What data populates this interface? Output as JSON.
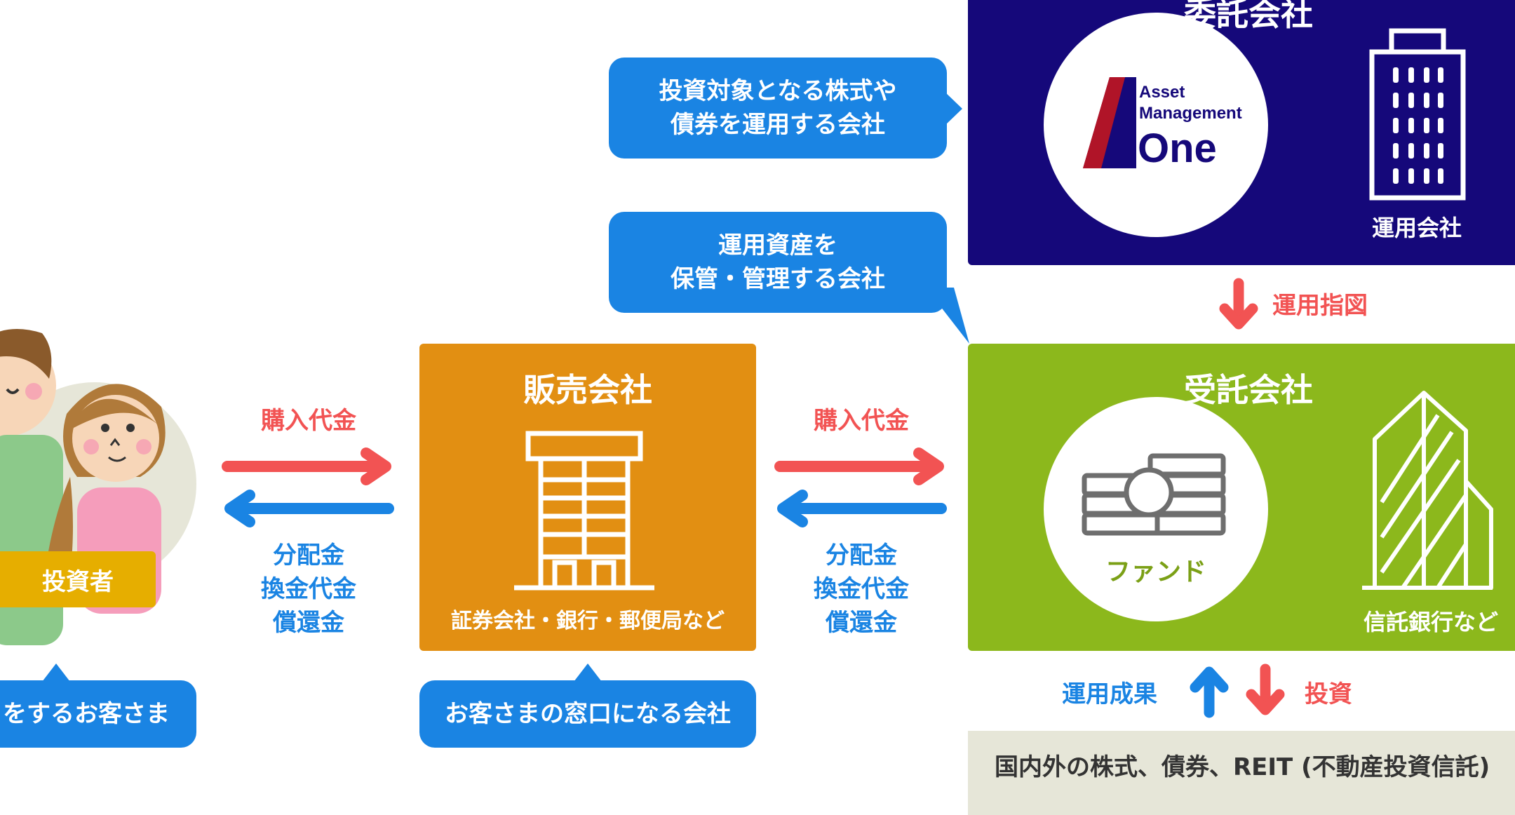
{
  "investor": {
    "label": "投資者",
    "bubble": "をするお客さま"
  },
  "left_flow": {
    "top_label": "購入代金",
    "bottom_label": "分配金\n換金代金\n償還金"
  },
  "sales_company": {
    "title": "販売会社",
    "caption": "証券会社・銀行・郵便局など",
    "bubble": "お客さまの窓口になる会社"
  },
  "mid_flow": {
    "top_label": "購入代金",
    "bottom_label": "分配金\n換金代金\n償還金"
  },
  "consignor": {
    "title": "委託会社",
    "logo_line1": "Asset",
    "logo_line2": "Management",
    "logo_line3": "One",
    "caption": "運用会社",
    "bubble": "投資対象となる株式や\n債券を運用する会社"
  },
  "instruction": {
    "label": "運用指図"
  },
  "trustee": {
    "title": "受託会社",
    "fund_label": "ファンド",
    "caption": "信託銀行など",
    "bubble": "運用資産を\n保管・管理する会社"
  },
  "bottom_flow": {
    "result_label": "運用成果",
    "invest_label": "投資"
  },
  "assets_box": {
    "text": "国内外の株式、債券、REIT (不動産投資信託)"
  },
  "colors": {
    "blue": "#1a84e3",
    "red": "#f25353",
    "orange": "#e28f12",
    "navy": "#15087a",
    "green": "#8cb81c",
    "gold": "#e6ae00",
    "beige": "#e6e6d8"
  }
}
